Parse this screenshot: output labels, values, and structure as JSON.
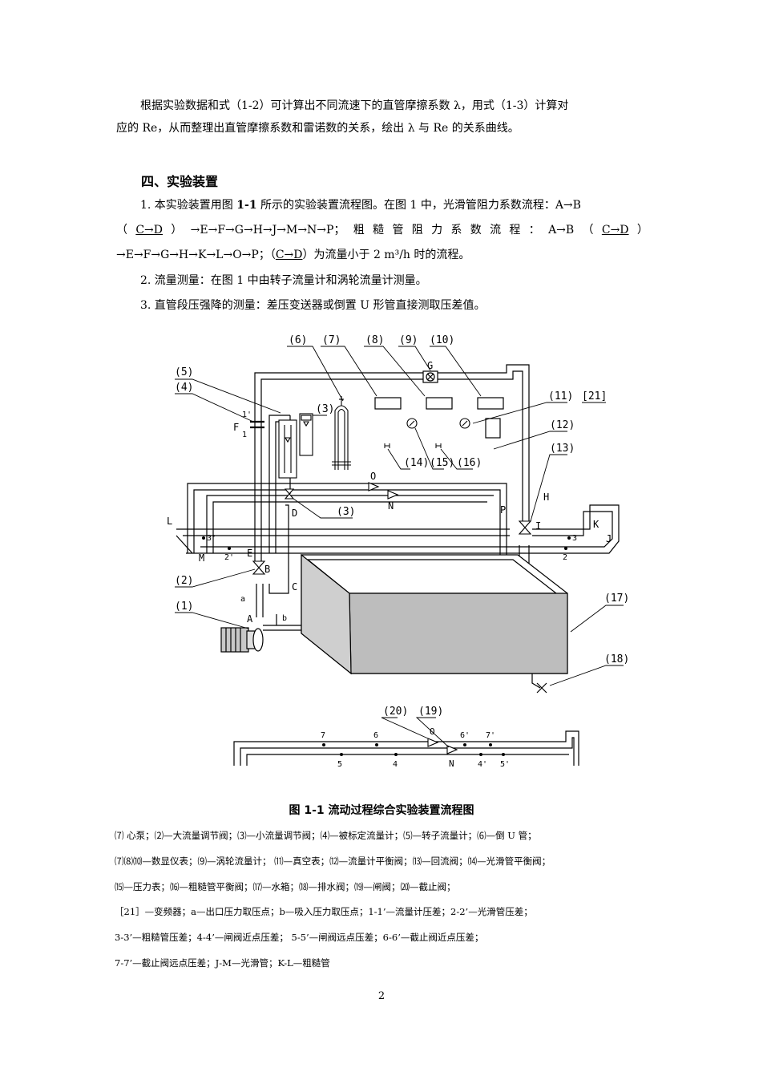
{
  "intro": {
    "line1": "根据实验数据和式（1-2）可计算出不同流速下的直管摩擦系数 λ，用式（1-3）计算对",
    "line2": "应的 Re，从而整理出直管摩擦系数和雷诺数的关系，绘出 λ 与 Re 的关系曲线。"
  },
  "section": {
    "title": "四、实验装置",
    "item1": {
      "a": "1. 本实验装置用图 ",
      "bold": "1-1",
      "b": " 所示的实验装置流程图。在图 1 中，光滑管阻力系数流程：A→B",
      "line2_parts": [
        "（",
        "C→D",
        "）",
        "→E→F→G→H→J→M→N→P；",
        "粗",
        "糙",
        "管",
        "阻",
        "力",
        "系",
        "数",
        "流",
        "程",
        "：",
        "A→B",
        "（",
        "C→D",
        "）"
      ],
      "line3_a": "→E→F→G→H→K→L→O→P；（",
      "line3_u": "C→D",
      "line3_b": "）为流量小于 2 m³/h  时的流程。"
    },
    "item2": "2. 流量测量：在图 1 中由转子流量计和涡轮流量计测量。",
    "item3": "3. 直管段压强降的测量：差压变送器或倒置 U 形管直接测取压差值。"
  },
  "diagram": {
    "callouts": [
      "(6)",
      "(7)",
      "(8)",
      "(9)",
      "(10)",
      "(5)",
      "(4)",
      "(11)",
      "[21]",
      "(12)",
      "(3)",
      "(13)",
      "(14)",
      "(15)",
      "(16)",
      "(3)",
      "(2)",
      "(1)",
      "(17)",
      "(18)",
      "(20)",
      "(19)"
    ],
    "letters": {
      "G": "G",
      "F1p": "1'",
      "F": "F",
      "F1": "1",
      "O": "O",
      "N": "N",
      "H": "H",
      "P": "P",
      "I": "I",
      "L": "L",
      "D": "D",
      "K": "K",
      "J": "J",
      "M": "M",
      "E": "E",
      "B": "B",
      "C": "C",
      "a": "a",
      "A": "A",
      "b": "b"
    },
    "points": {
      "p3p": "3'",
      "p2p": "2'",
      "p3": "3",
      "p2": "2",
      "b7": "7",
      "b6": "6",
      "b6p": "6'",
      "b7p": "7'",
      "b5": "5",
      "b4": "4",
      "b4p": "4'",
      "b5p": "5'",
      "bO": "O",
      "bN": "N"
    }
  },
  "caption": "图 1-1 流动过程综合实验装置流程图",
  "legend": [
    "⑺ 心泵；⑵—大流量调节阀；⑶—小流量调节阀；⑷—被标定流量计；⑸—转子流量计；⑹—倒 U 管；",
    "⑺⑻⑽—数显仪表；⑼—涡轮流量计；  ⑾—真空表；⑿—流量计平衡阀；⒀—回流阀；⒁—光滑管平衡阀；",
    "⒂—压力表；⒃—粗糙管平衡阀；⒄—水箱；⒅—排水阀；⒆—闸阀；⒇—截止阀；",
    "［21］—变频器；a—出口压力取压点；b—吸入压力取压点；1-1’—流量计压差；2-2’—光滑管压差；",
    "3-3’—粗糙管压差；4-4’—闸阀近点压差；  5-5’—闸阀远点压差；6-6’—截止阀近点压差；",
    "7-7’—截止阀远点压差；J-M—光滑管；K-L—粗糙管"
  ],
  "page_number": "2"
}
